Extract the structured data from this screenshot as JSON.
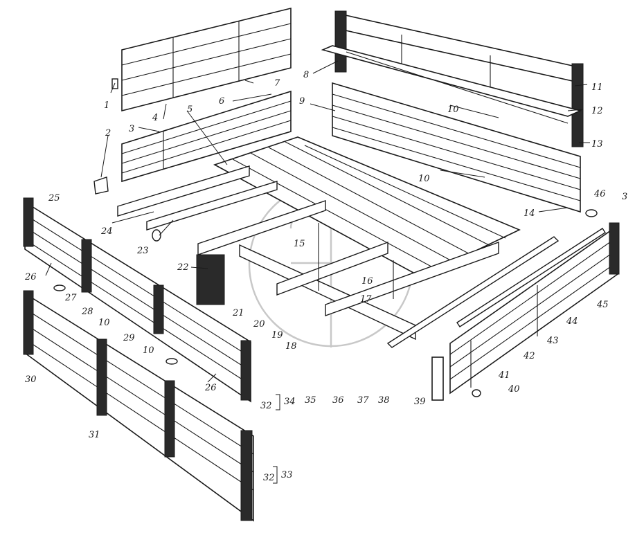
{
  "diagram": {
    "callouts": [
      {
        "id": "c1",
        "label": "1"
      },
      {
        "id": "c2",
        "label": "2"
      },
      {
        "id": "c3a",
        "label": "3"
      },
      {
        "id": "c3b",
        "label": "3"
      },
      {
        "id": "c4",
        "label": "4"
      },
      {
        "id": "c5",
        "label": "5"
      },
      {
        "id": "c6",
        "label": "6"
      },
      {
        "id": "c7",
        "label": "7"
      },
      {
        "id": "c8",
        "label": "8"
      },
      {
        "id": "c9",
        "label": "9"
      },
      {
        "id": "c10a",
        "label": "10"
      },
      {
        "id": "c10b",
        "label": "10"
      },
      {
        "id": "c10c",
        "label": "10"
      },
      {
        "id": "c10d",
        "label": "10"
      },
      {
        "id": "c11",
        "label": "11"
      },
      {
        "id": "c12",
        "label": "12"
      },
      {
        "id": "c13",
        "label": "13"
      },
      {
        "id": "c14",
        "label": "14"
      },
      {
        "id": "c15",
        "label": "15"
      },
      {
        "id": "c16",
        "label": "16"
      },
      {
        "id": "c17",
        "label": "17"
      },
      {
        "id": "c18",
        "label": "18"
      },
      {
        "id": "c19",
        "label": "19"
      },
      {
        "id": "c20",
        "label": "20"
      },
      {
        "id": "c21",
        "label": "21"
      },
      {
        "id": "c22",
        "label": "22"
      },
      {
        "id": "c23",
        "label": "23"
      },
      {
        "id": "c24",
        "label": "24"
      },
      {
        "id": "c25",
        "label": "25"
      },
      {
        "id": "c26a",
        "label": "26"
      },
      {
        "id": "c26b",
        "label": "26"
      },
      {
        "id": "c27",
        "label": "27"
      },
      {
        "id": "c28",
        "label": "28"
      },
      {
        "id": "c29",
        "label": "29"
      },
      {
        "id": "c30",
        "label": "30"
      },
      {
        "id": "c31",
        "label": "31"
      },
      {
        "id": "c32a",
        "label": "32"
      },
      {
        "id": "c32b",
        "label": "32"
      },
      {
        "id": "c33",
        "label": "33"
      },
      {
        "id": "c34",
        "label": "34"
      },
      {
        "id": "c35",
        "label": "35"
      },
      {
        "id": "c36",
        "label": "36"
      },
      {
        "id": "c37",
        "label": "37"
      },
      {
        "id": "c38",
        "label": "38"
      },
      {
        "id": "c39",
        "label": "39"
      },
      {
        "id": "c40",
        "label": "40"
      },
      {
        "id": "c41",
        "label": "41"
      },
      {
        "id": "c42",
        "label": "42"
      },
      {
        "id": "c43",
        "label": "43"
      },
      {
        "id": "c44",
        "label": "44"
      },
      {
        "id": "c45",
        "label": "45"
      },
      {
        "id": "c46",
        "label": "46"
      }
    ]
  }
}
